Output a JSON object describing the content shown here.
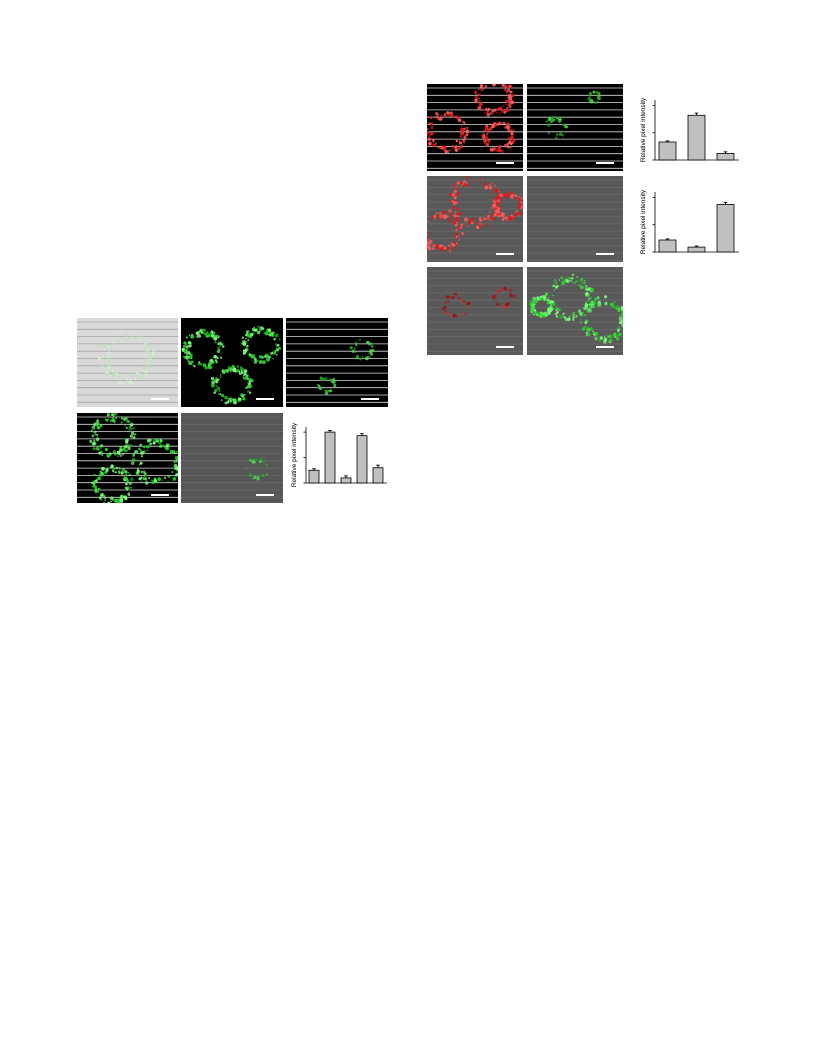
{
  "figure": {
    "left_group": {
      "panels": [
        {
          "name": "left-panel-1",
          "bg": "#d9d9d9",
          "lines": "#9b9b9b",
          "channel": "bright-green"
        },
        {
          "name": "left-panel-2",
          "bg": "#000000",
          "lines": "#000000",
          "channel": "green"
        },
        {
          "name": "left-panel-3",
          "bg": "#000000",
          "lines": "#ffffff",
          "channel": "green-sparse"
        },
        {
          "name": "left-panel-4",
          "bg": "#000000",
          "lines": "#ffffff",
          "channel": "green"
        },
        {
          "name": "left-panel-5",
          "bg": "#575757",
          "lines": "#6b6b6b",
          "channel": "green-sparse"
        }
      ]
    },
    "right_group": {
      "panels": [
        {
          "name": "right-panel-1",
          "bg": "#000000",
          "lines": "#ffffff",
          "channel": "red"
        },
        {
          "name": "right-panel-2",
          "bg": "#000000",
          "lines": "#ffffff",
          "channel": "green-sparse"
        },
        {
          "name": "right-panel-3",
          "bg": "#595959",
          "lines": "#6e6e6e",
          "channel": "red"
        },
        {
          "name": "right-panel-4",
          "bg": "#595959",
          "lines": "#6e6e6e",
          "channel": "none"
        },
        {
          "name": "right-panel-5",
          "bg": "#595959",
          "lines": "#6e6e6e",
          "channel": "red-sparse"
        },
        {
          "name": "right-panel-6",
          "bg": "#595959",
          "lines": "#6e6e6e",
          "channel": "green"
        }
      ]
    }
  },
  "chart_data": [
    {
      "type": "bar",
      "ylabel": "Relative pixel intensity",
      "values": [
        0.25,
        1.0,
        0.1,
        0.93,
        0.3
      ],
      "errors": [
        0.03,
        0.03,
        0.04,
        0.04,
        0.05
      ],
      "ylim": [
        0,
        1.1
      ],
      "bar_color": "#c0c0c0"
    },
    {
      "type": "bar",
      "ylabel": "Relative pixel intensity",
      "values": [
        0.33,
        0.82,
        0.12
      ],
      "errors": [
        0.02,
        0.04,
        0.03
      ],
      "ylim": [
        0,
        1.1
      ],
      "bar_color": "#c0c0c0"
    },
    {
      "type": "bar",
      "ylabel": "Relative pixel intensity",
      "values": [
        0.22,
        0.09,
        0.87
      ],
      "errors": [
        0.02,
        0.02,
        0.04
      ],
      "ylim": [
        0,
        1.1
      ],
      "bar_color": "#c0c0c0"
    }
  ]
}
